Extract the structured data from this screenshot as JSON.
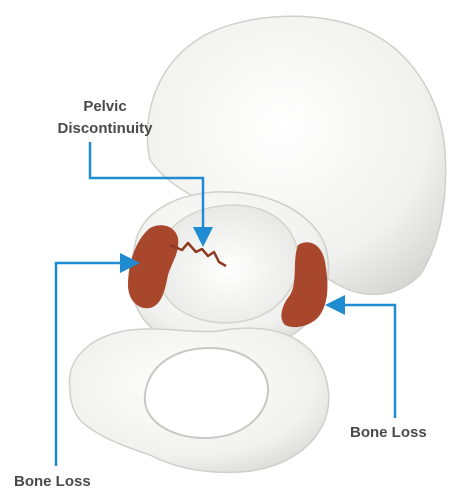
{
  "labels": {
    "pelvic_line1": "Pelvic",
    "pelvic_line2": "Discontinuity",
    "bone_loss_left": "Bone Loss",
    "bone_loss_right": "Bone Loss"
  },
  "colors": {
    "label_text": "#4a4a4a",
    "leader_line": "#1f8bd1",
    "bone_fill": "#f1f1ef",
    "bone_shadow": "#d9d9d6",
    "bone_loss": "#a8472b",
    "fracture": "#8e3a22"
  }
}
